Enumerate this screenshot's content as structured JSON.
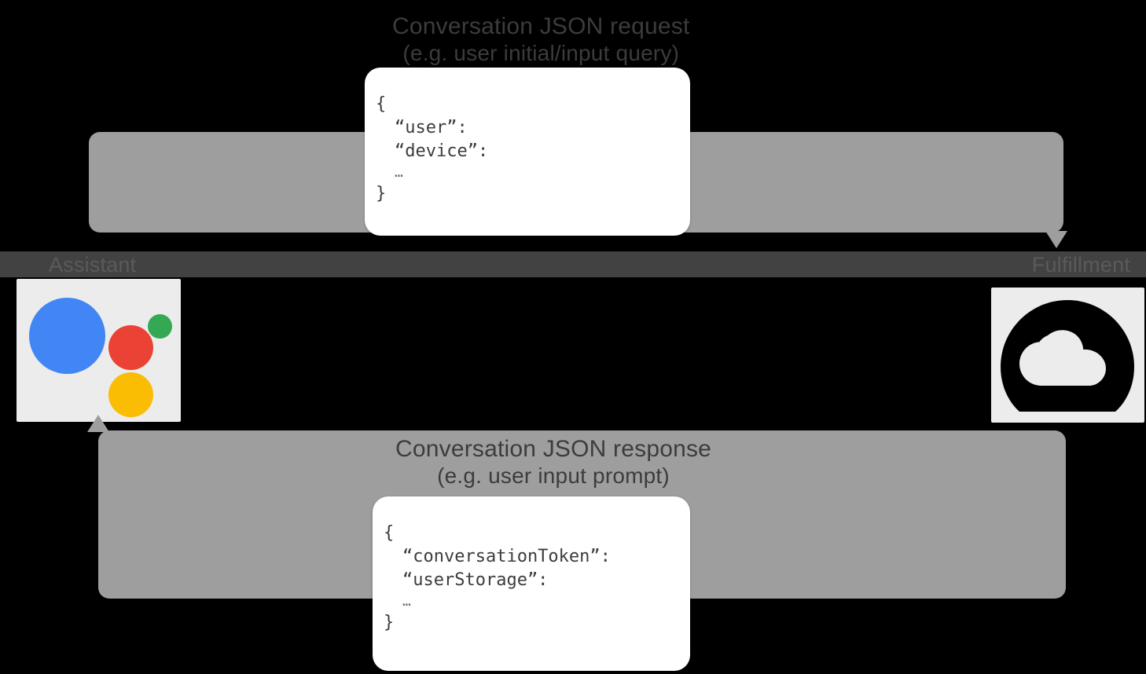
{
  "diagram": {
    "title": "Conversation request / response flow between Google Assistant and Fulfillment",
    "background_color": "#000000",
    "band_color": "#9e9e9e",
    "lane_color": "#424242"
  },
  "request_flow": {
    "caption_line1": "Conversation JSON request",
    "caption_line2": "(e.g. user initial/input query)",
    "direction": "assistant-to-fulfillment",
    "arrow_icon": "arrow-down-icon",
    "json": {
      "open_brace": "{",
      "keys": [
        "“user”:",
        "“device”:"
      ],
      "ellipsis": "…",
      "close_brace": "}"
    }
  },
  "response_flow": {
    "caption_line1": "Conversation JSON response",
    "caption_line2": "(e.g. user input prompt)",
    "direction": "fulfillment-to-assistant",
    "arrow_icon": "arrow-up-icon",
    "json": {
      "open_brace": "{",
      "keys": [
        "“conversationToken”:",
        "“userStorage”:"
      ],
      "ellipsis": "…",
      "close_brace": "}"
    }
  },
  "actors": {
    "left": {
      "label": "Assistant",
      "icon": "google-assistant-icon",
      "icon_colors": {
        "blue": "#4285f4",
        "green": "#34a853",
        "red": "#ea4335",
        "yellow": "#fbbc04"
      },
      "tile_background": "#ececec"
    },
    "right": {
      "label": "Fulfillment",
      "icon": "cloud-functions-icon",
      "icon_colors": {
        "mark": "#000000",
        "cloud": "#ececec"
      },
      "tile_background": "#ececec"
    }
  }
}
